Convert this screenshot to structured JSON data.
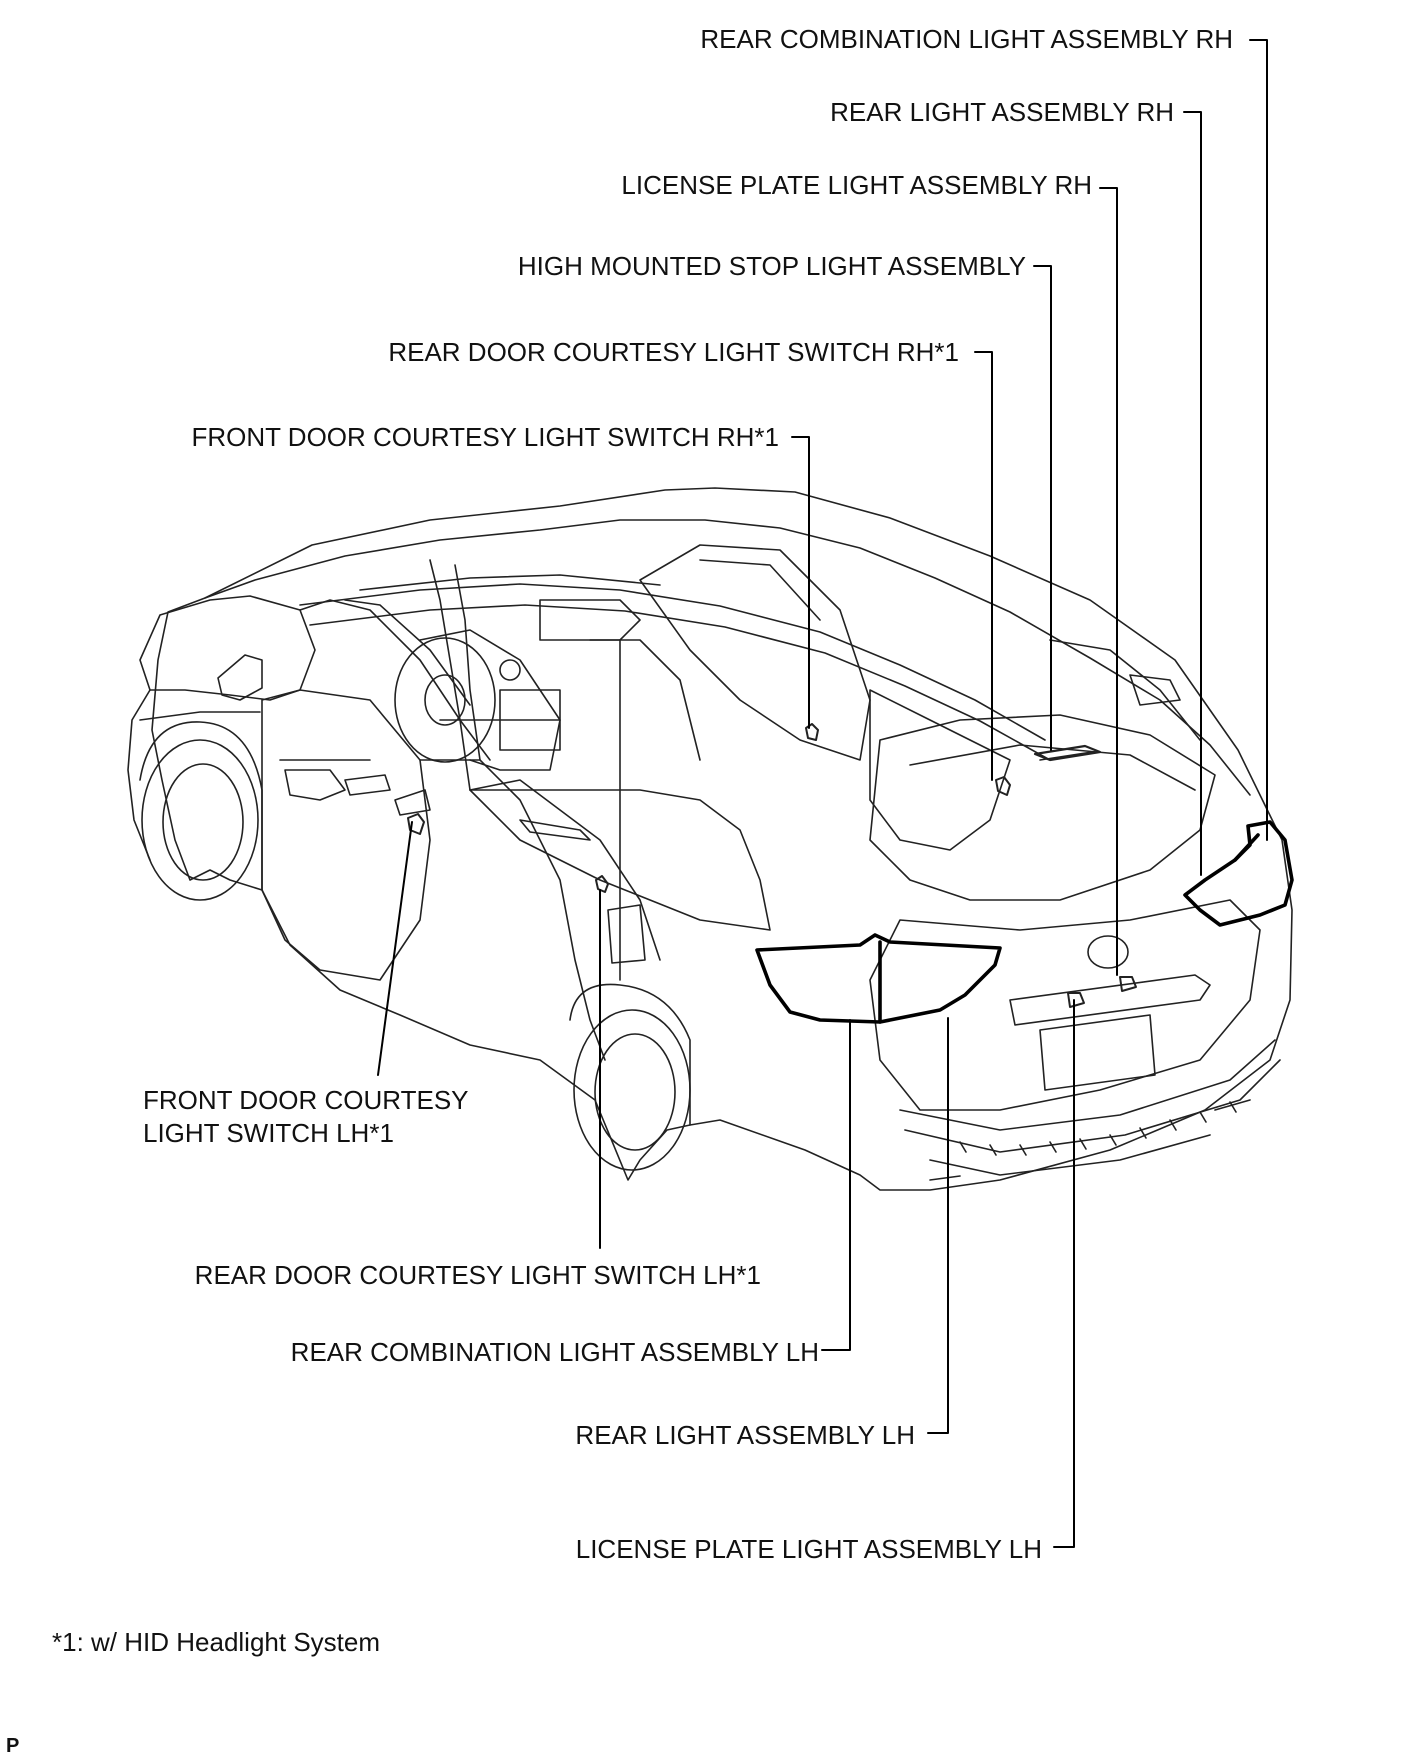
{
  "labels": {
    "rear_combination_light_rh": "REAR COMBINATION LIGHT ASSEMBLY RH",
    "rear_light_rh": "REAR LIGHT ASSEMBLY RH",
    "license_plate_light_rh": "LICENSE PLATE LIGHT ASSEMBLY RH",
    "high_mounted_stop_light": "HIGH MOUNTED STOP LIGHT ASSEMBLY",
    "rear_door_switch_rh": "REAR DOOR COURTESY LIGHT SWITCH RH*1",
    "front_door_switch_rh": "FRONT DOOR COURTESY LIGHT SWITCH RH*1",
    "front_door_switch_lh_line1": "FRONT DOOR COURTESY",
    "front_door_switch_lh_line2": "LIGHT SWITCH LH*1",
    "rear_door_switch_lh": "REAR DOOR COURTESY LIGHT SWITCH LH*1",
    "rear_combination_light_lh": "REAR COMBINATION LIGHT ASSEMBLY LH",
    "rear_light_lh": "REAR LIGHT ASSEMBLY LH",
    "license_plate_light_lh": "LICENSE PLATE LIGHT ASSEMBLY LH"
  },
  "footnote": "*1: w/ HID Headlight System",
  "corner_mark": "P"
}
